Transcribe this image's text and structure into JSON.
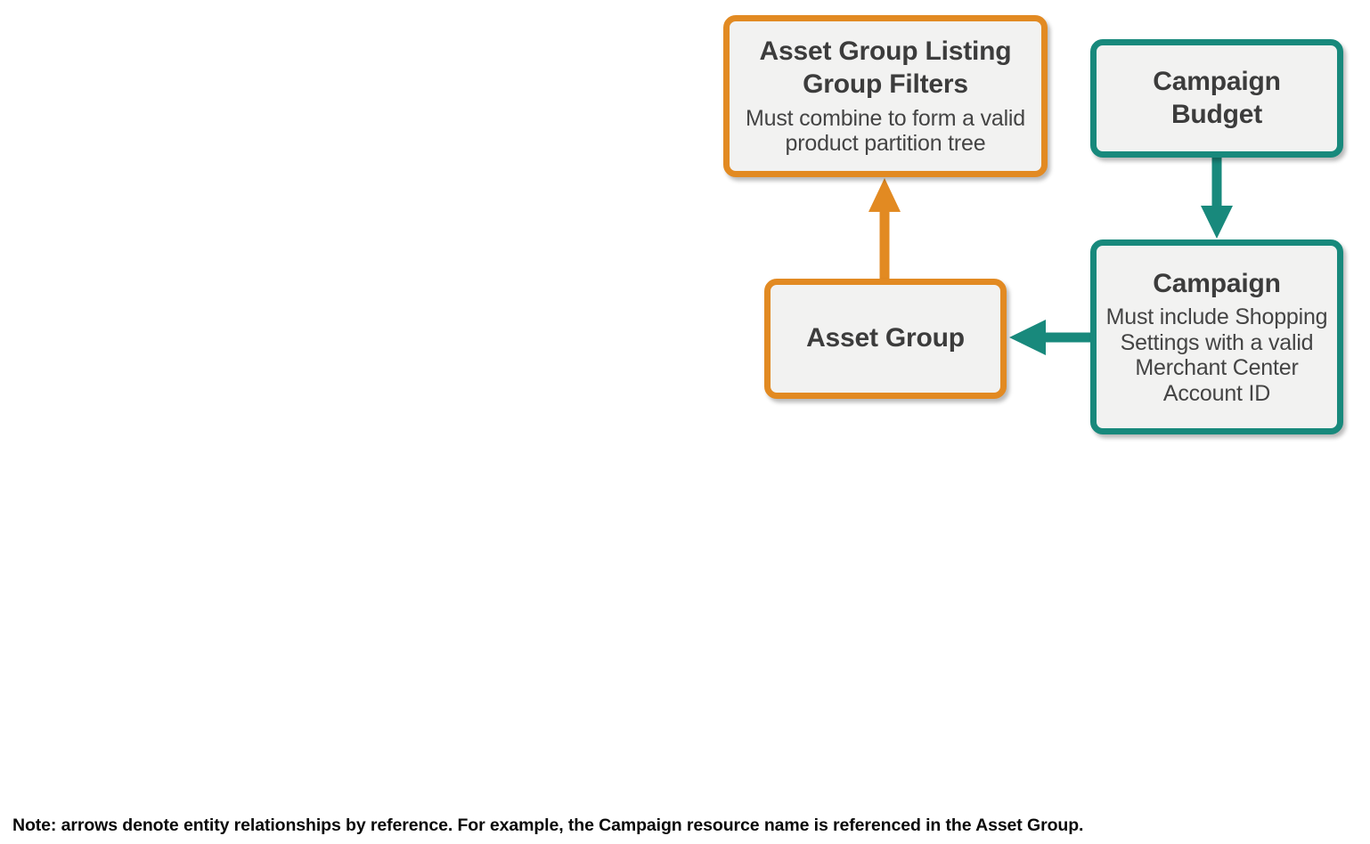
{
  "diagram": {
    "type": "entity-relationship",
    "colors": {
      "orange": "#e28a22",
      "teal": "#18897c",
      "node_fill": "#f2f2f1",
      "title_text": "#3c3c3c",
      "subtitle_text": "#444444",
      "note_text": "#0a0a0a",
      "page_background": "#ffffff"
    },
    "nodes": [
      {
        "id": "asset-group-listing-group-filters",
        "title": "Asset Group Listing Group Filters",
        "subtitle": "Must combine to form a valid product partition tree",
        "color": "orange"
      },
      {
        "id": "campaign-budget",
        "title": "Campaign Budget",
        "subtitle": "",
        "color": "teal"
      },
      {
        "id": "asset-group",
        "title": "Asset Group",
        "subtitle": "",
        "color": "orange"
      },
      {
        "id": "campaign",
        "title": "Campaign",
        "subtitle": "Must include Shopping Settings with a valid Merchant Center Account ID",
        "color": "teal"
      }
    ],
    "edges": [
      {
        "id": "asset-group-to-listing-group-filters",
        "from": "asset-group",
        "to": "asset-group-listing-group-filters",
        "direction": "up",
        "color": "orange"
      },
      {
        "id": "campaign-budget-to-campaign",
        "from": "campaign-budget",
        "to": "campaign",
        "direction": "down",
        "color": "teal"
      },
      {
        "id": "campaign-to-asset-group",
        "from": "campaign",
        "to": "asset-group",
        "direction": "left",
        "color": "teal"
      }
    ],
    "note": "Note: arrows denote entity relationships by reference. For example, the Campaign resource name is referenced in the Asset Group."
  }
}
